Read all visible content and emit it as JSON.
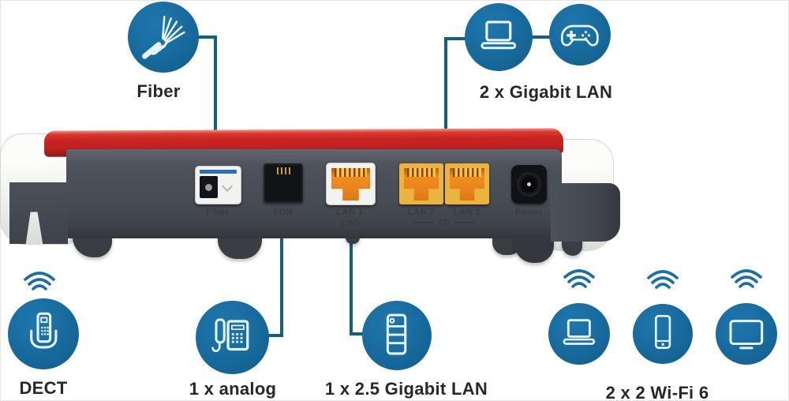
{
  "diagram": {
    "callouts": {
      "fiber": "Fiber",
      "gigabit_lan": "2 x Gigabit LAN",
      "dect": "DECT",
      "analog": "1 x analog",
      "lan_2_5g": "1 x 2.5 Gigabit LAN",
      "wifi": "2 x 2 Wi-Fi 6"
    },
    "router_ports": {
      "fiber": "Fiber",
      "fon": "FON",
      "lan1": "LAN 1",
      "lan1_speed": "2.5G",
      "lan2": "LAN 2",
      "lan3": "LAN 3",
      "lan_group_speed": "1G",
      "power": "Power"
    },
    "icons": [
      "fiber-cable-icon",
      "laptop-icon",
      "gamepad-icon",
      "wifi-waves-icon",
      "dect-handset-icon",
      "analog-phone-icon",
      "nas-server-icon",
      "smartphone-icon",
      "tv-icon"
    ],
    "colors": {
      "accent_blue": "#17699c",
      "connector_teal": "#11607f",
      "router_red": "#c52321",
      "router_body": "#474b53",
      "port_orange": "#ef8d1f",
      "bezel_gold": "#e9b540",
      "label_text": "#26282b"
    }
  }
}
